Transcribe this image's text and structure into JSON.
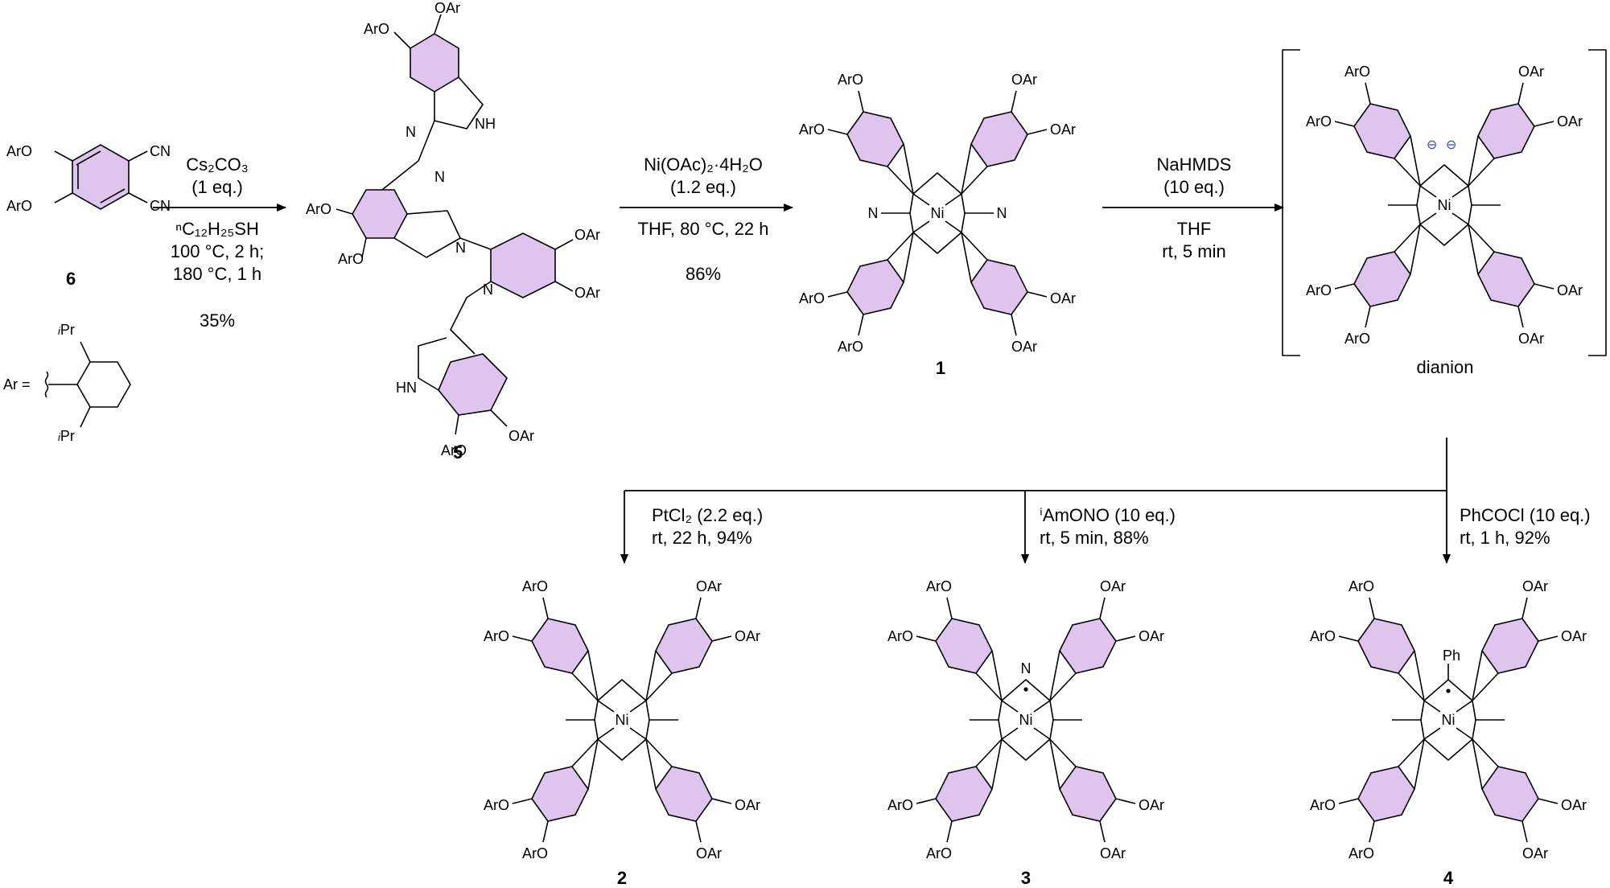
{
  "colors": {
    "benzo_fill": "#dfc5ee",
    "line": "#000000",
    "charge": "#2a3fd6"
  },
  "substituent": "OAr",
  "substituent_left": "ArO",
  "compounds": {
    "c6": {
      "label": "6",
      "cn": "CN"
    },
    "c5": {
      "label": "5",
      "nh": "NH",
      "hn": "HN",
      "n": "N"
    },
    "c1": {
      "label": "1",
      "metal": "Ni",
      "n": "N"
    },
    "dianion": {
      "label": "dianion",
      "charge": "⊖"
    },
    "c2": {
      "label": "2"
    },
    "c3": {
      "label": "3"
    },
    "c4": {
      "label": "4",
      "ph": "Ph"
    }
  },
  "ar_definition": {
    "prefix": "Ar =",
    "ipr_sup": "i",
    "ipr": "Pr"
  },
  "steps": {
    "step1": {
      "line1": "Cs₂CO₃",
      "line2": "(1 eq.)",
      "line3": "ⁿC₁₂H₂₅SH",
      "line4": "100 °C, 2 h;",
      "line5": "180 °C, 1 h",
      "yield": "35%"
    },
    "step2": {
      "line1": "Ni(OAc)₂·4H₂O",
      "line2": "(1.2 eq.)",
      "line3": "THF, 80 °C, 22 h",
      "yield": "86%"
    },
    "step3": {
      "line1": "NaHMDS",
      "line2": "(10 eq.)",
      "line3": "THF",
      "line4": "rt, 5 min"
    },
    "branch2": {
      "line1": "PtCl₂ (2.2 eq.)",
      "line2": "rt, 22 h, 94%"
    },
    "branch3": {
      "line1": "ⁱAmONO (10 eq.)",
      "line2": "rt, 5 min, 88%"
    },
    "branch4": {
      "line1": "PhCOCl (10 eq.)",
      "line2": "rt, 1 h, 92%"
    }
  }
}
